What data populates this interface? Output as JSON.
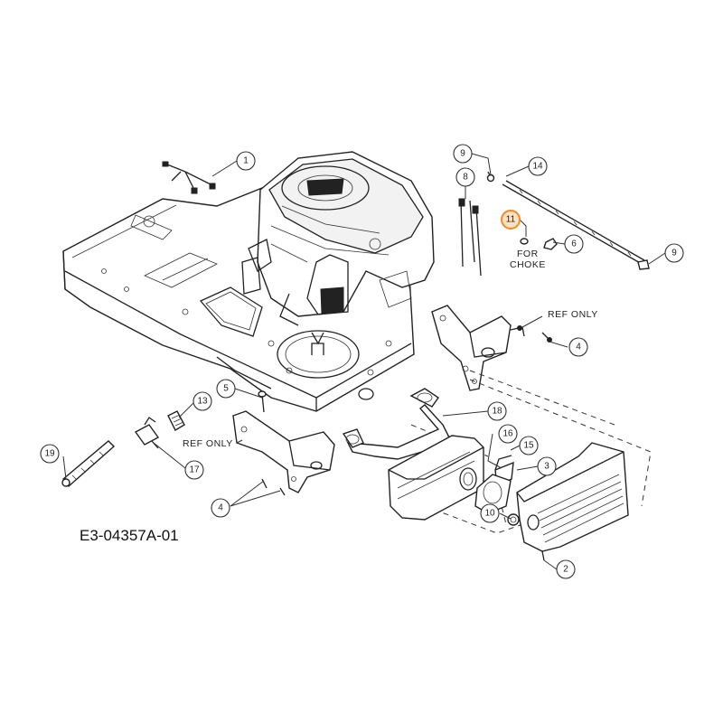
{
  "drawing_number": "E3-04357A-01",
  "notes": {
    "ref_only_right": "REF ONLY",
    "ref_only_left": "REF ONLY",
    "for_choke_line1": "FOR",
    "for_choke_line2": "CHOKE"
  },
  "callouts": [
    {
      "id": "c1",
      "label": "1"
    },
    {
      "id": "c9a",
      "label": "9"
    },
    {
      "id": "c14",
      "label": "14"
    },
    {
      "id": "c8",
      "label": "8"
    },
    {
      "id": "c11",
      "label": "11",
      "highlighted": true
    },
    {
      "id": "c6",
      "label": "6"
    },
    {
      "id": "c9b",
      "label": "9"
    },
    {
      "id": "c4a",
      "label": "4"
    },
    {
      "id": "c5",
      "label": "5"
    },
    {
      "id": "c13",
      "label": "13"
    },
    {
      "id": "c18",
      "label": "18"
    },
    {
      "id": "c16",
      "label": "16"
    },
    {
      "id": "c15",
      "label": "15"
    },
    {
      "id": "c3",
      "label": "3"
    },
    {
      "id": "c19",
      "label": "19"
    },
    {
      "id": "c17",
      "label": "17"
    },
    {
      "id": "c4b",
      "label": "4"
    },
    {
      "id": "c10",
      "label": "10"
    },
    {
      "id": "c2",
      "label": "2"
    }
  ],
  "colors": {
    "highlight": "#f08a2a",
    "line": "#222222"
  }
}
